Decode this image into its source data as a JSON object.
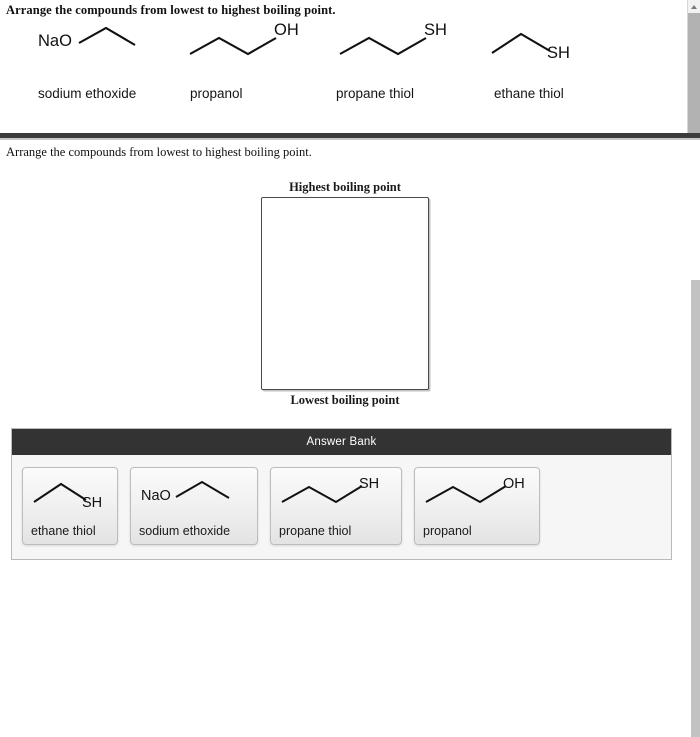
{
  "top_preview": {
    "prompt": "Arrange the compounds from lowest to highest boiling point.",
    "compounds": [
      {
        "label": "sodium ethoxide",
        "group": "NaO",
        "skeleton": "ethoxide"
      },
      {
        "label": "propanol",
        "group": "OH",
        "skeleton": "propanol"
      },
      {
        "label": "propane thiol",
        "group": "SH",
        "skeleton": "propanethiol"
      },
      {
        "label": "ethane thiol",
        "group": "SH",
        "skeleton": "ethanethiol"
      }
    ]
  },
  "question": {
    "prompt": "Arrange the compounds from lowest to highest boiling point.",
    "drop_zone": {
      "top_caption": "Highest boiling point",
      "bottom_caption": "Lowest boiling point",
      "items": []
    }
  },
  "answer_bank": {
    "title": "Answer Bank",
    "cards": [
      {
        "label": "ethane thiol",
        "group": "SH",
        "prefix": ""
      },
      {
        "label": "sodium ethoxide",
        "group": "",
        "prefix": "NaO"
      },
      {
        "label": "propane thiol",
        "group": "SH",
        "prefix": ""
      },
      {
        "label": "propanol",
        "group": "OH",
        "prefix": ""
      }
    ]
  },
  "colors": {
    "divider": "#3b3b3b",
    "answer_bank_header_bg": "#333333",
    "answer_bank_header_text": "#ffffff",
    "drop_zone_border": "#4a4a4a",
    "page_bg": "#ffffff"
  }
}
